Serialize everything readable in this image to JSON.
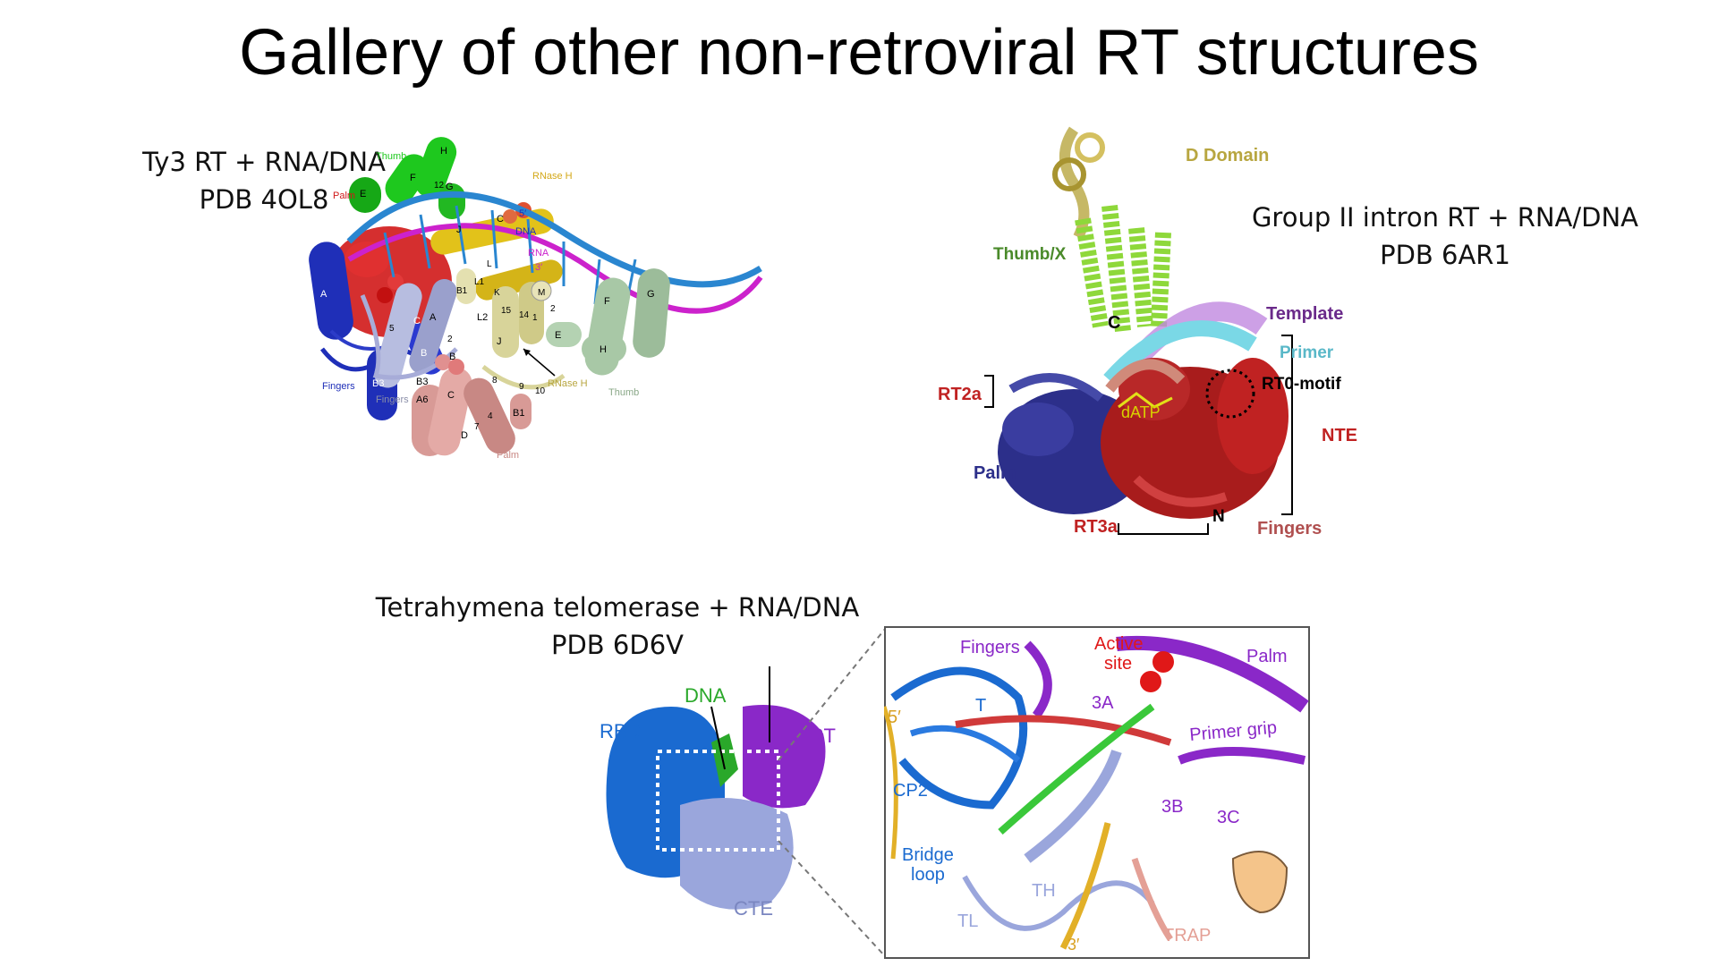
{
  "slide": {
    "title": "Gallery of other non-retroviral RT structures"
  },
  "panels": {
    "ty3": {
      "caption": [
        "Ty3 RT + RNA/DNA",
        "PDB 4OL8"
      ],
      "labels": {
        "thumb_top": "Thumb",
        "h": "H",
        "f": "F",
        "g": "G",
        "e": "E",
        "rnase_h_top": "RNase H",
        "palm_top": "Palm",
        "num12": "12",
        "j_top": "J",
        "c_top": "C",
        "five_prime": "5′",
        "dna": "DNA",
        "rna": "RNA",
        "three_prime": "3′",
        "a": "A",
        "b": "B",
        "b1": "B1",
        "b3": "B3",
        "c_left": "C",
        "fingers_left": "Fingers",
        "five": "5",
        "a2": "A",
        "two": "2",
        "b2": "B",
        "b3_2": "B3",
        "fingers_mid": "Fingers",
        "l1": "L1",
        "k": "K",
        "l": "L",
        "l2": "L2",
        "fifteen": "15",
        "fourteen": "14",
        "one": "1",
        "two_r": "2",
        "j2": "J",
        "m": "M",
        "f2": "F",
        "g2": "G",
        "e2": "E",
        "h2": "H",
        "thumb_right": "Thumb",
        "rnase_h_arrow": "RNase H",
        "eight": "8",
        "nine": "9",
        "ten": "10",
        "a6": "A6",
        "c2": "C",
        "d": "D",
        "four": "4",
        "seven": "7",
        "b1_2": "B1",
        "palm_bottom": "Palm"
      }
    },
    "group2": {
      "caption": [
        "Group II intron RT + RNA/DNA",
        "PDB 6AR1"
      ],
      "labels": {
        "d_domain": "D Domain",
        "thumb_x": "Thumb/X",
        "template": "Template",
        "primer": "Primer",
        "c": "C",
        "rt2a": "RT2a",
        "rt0_motif": "RT0-motif",
        "datp": "dATP",
        "nte": "NTE",
        "palm": "Palm",
        "rt3a": "RT3a",
        "n": "N",
        "fingers": "Fingers"
      }
    },
    "telomerase": {
      "caption": [
        "Tetrahymena telomerase + RNA/DNA",
        "PDB 6D6V"
      ],
      "overview_labels": {
        "dna": "DNA",
        "rbd": "RBD",
        "rt": "RT",
        "cte": "CTE"
      },
      "inset_labels": {
        "fingers": "Fingers",
        "active_site": [
          "Active",
          "site"
        ],
        "palm": "Palm",
        "five_prime": "5′",
        "t": "T",
        "a3": "3A",
        "primer_grip": "Primer grip",
        "cp2": "CP2",
        "b3": "3B",
        "c3": "3C",
        "bridge_loop": [
          "Bridge",
          "loop"
        ],
        "th": "TH",
        "tl": "TL",
        "three_prime": "3′",
        "trap": "TRAP"
      }
    }
  },
  "colors": {
    "blue": "#1f2fb8",
    "red": "#d01818",
    "green": "#1ec81e",
    "yellow": "#e2c21a",
    "lavender": "#b7bde0",
    "khaki": "#d8d49a",
    "pink": "#d89a96",
    "sage": "#a8c8a6",
    "magenta": "#cc22cc",
    "teal": "#2a86d0",
    "lime": "#8ed83a",
    "darkred": "#a81c1c",
    "navy": "#2c2f8a",
    "purple": "#8a2bc8",
    "cyan": "#7ad8e6",
    "olive": "#b8a640",
    "telo_blue": "#1a6ad0",
    "telo_purple": "#8a28c8",
    "telo_periwinkle": "#9aa6dc"
  }
}
